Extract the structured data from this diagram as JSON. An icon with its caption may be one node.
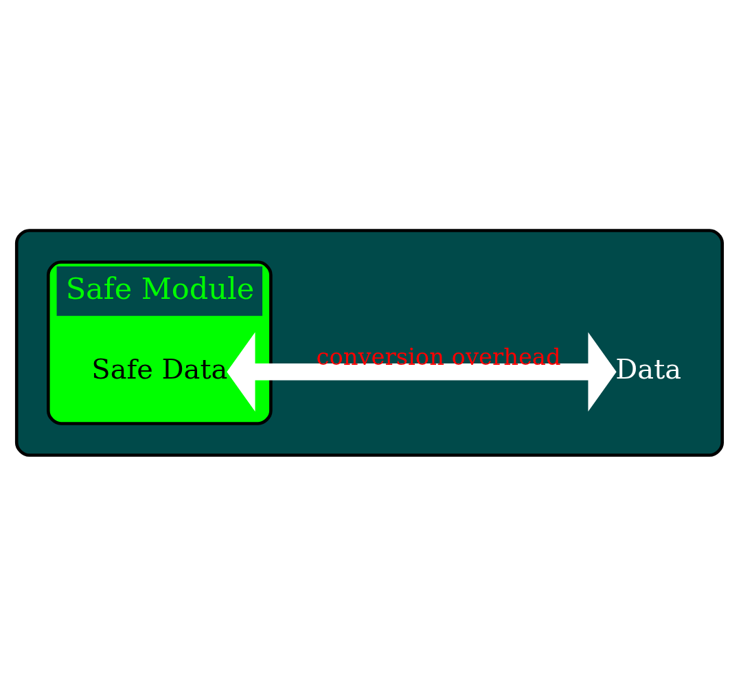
{
  "diagram": {
    "nodes": [
      {
        "text": [],
        "shape": "box"
      },
      {
        "text": [
          "Safe Module"
        ],
        "in": 0
      },
      {
        "text": [
          "Safe Data"
        ],
        "in": 1
      },
      {
        "text": [
          "Data"
        ],
        "in": 0
      }
    ],
    "edges": [
      {
        "from": 2,
        "to": 3,
        "arrow": "both",
        "label": "conversion overhead"
      }
    ]
  }
}
